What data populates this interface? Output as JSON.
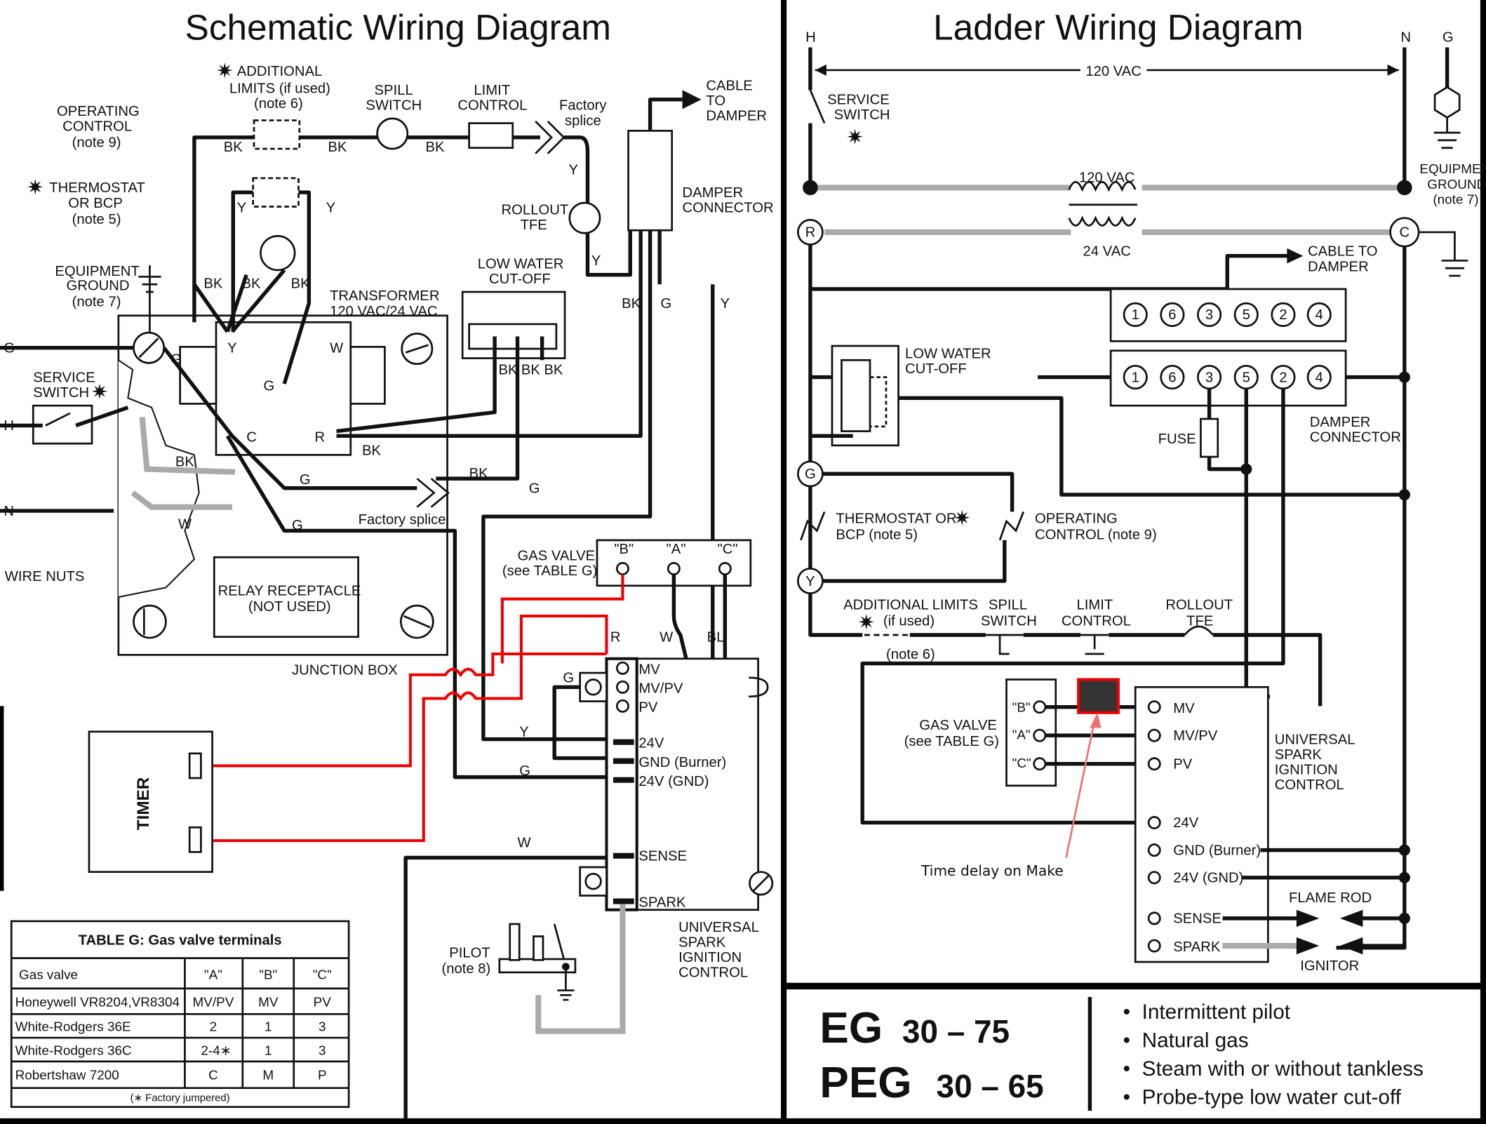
{
  "left": {
    "title": "Schematic Wiring Diagram",
    "additional_limits": [
      "ADDITIONAL",
      "LIMITS (if used)",
      "(note 6)"
    ],
    "operating_control": [
      "OPERATING",
      "CONTROL",
      "(note 9)"
    ],
    "spill_switch": [
      "SPILL",
      "SWITCH"
    ],
    "limit_control": [
      "LIMIT",
      "CONTROL"
    ],
    "factory_splice_top": [
      "Factory",
      "splice"
    ],
    "cable_to_damper": [
      "CABLE",
      "TO",
      "DAMPER"
    ],
    "thermostat": [
      "THERMOSTAT",
      "OR BCP",
      "(note 5)"
    ],
    "rollout": [
      "ROLLOUT",
      "TFE"
    ],
    "damper_connector": [
      "DAMPER",
      "CONNECTOR"
    ],
    "equipment_ground": [
      "EQUIPMENT",
      "GROUND",
      "(note 7)"
    ],
    "low_water": [
      "LOW WATER",
      "CUT-OFF"
    ],
    "transformer": [
      "TRANSFORMER",
      "120 VAC/24 VAC"
    ],
    "service_switch": [
      "SERVICE",
      "SWITCH"
    ],
    "factory_splice": "Factory splice",
    "gas_valve": [
      "GAS VALVE",
      "(see TABLE G)"
    ],
    "terminals": [
      "\"B\"",
      "\"A\"",
      "\"C\""
    ],
    "wire_nuts": "WIRE NUTS",
    "relay": [
      "RELAY RECEPTACLE",
      "(NOT USED)"
    ],
    "junction_box": "JUNCTION BOX",
    "control_terminals": [
      "MV",
      "MV/PV",
      "PV",
      "24V",
      "GND (Burner)",
      "24V (GND)",
      "SENSE",
      "SPARK"
    ],
    "control": [
      "UNIVERSAL",
      "SPARK",
      "IGNITION",
      "CONTROL"
    ],
    "pilot": [
      "PILOT",
      "(note 8)"
    ],
    "timer": "TIMER",
    "wire_codes": {
      "bk": "BK",
      "y": "Y",
      "g": "G",
      "w": "W",
      "r": "R",
      "bl": "BL",
      "c": "C",
      "h": "H",
      "n": "N"
    }
  },
  "table": {
    "title": "TABLE G: Gas valve terminals",
    "headers": [
      "Gas valve",
      "\"A\"",
      "\"B\"",
      "\"C\""
    ],
    "rows": [
      [
        "Honeywell VR8204,VR8304",
        "MV/PV",
        "MV",
        "PV"
      ],
      [
        "White-Rodgers 36E",
        "2",
        "1",
        "3"
      ],
      [
        "White-Rodgers 36C",
        "2-4∗",
        "1",
        "3"
      ],
      [
        "Robertshaw 7200",
        "C",
        "M",
        "P"
      ]
    ],
    "footnote": "(∗ Factory jumpered)"
  },
  "right": {
    "title": "Ladder Wiring Diagram",
    "h": "H",
    "n": "N",
    "g": "G",
    "vac120": "120 VAC",
    "service_switch": [
      "SERVICE",
      "SWITCH"
    ],
    "equipment_ground": [
      "EQUIPMENT",
      "GROUND",
      "(note 7)"
    ],
    "transformer": [
      "120 VAC",
      "24 VAC"
    ],
    "nodes": {
      "r": "R",
      "c": "C",
      "g": "G",
      "y": "Y"
    },
    "cable_to_damper": [
      "CABLE TO",
      "DAMPER"
    ],
    "connector_pins": [
      "1",
      "6",
      "3",
      "5",
      "2",
      "4"
    ],
    "low_water": [
      "LOW WATER",
      "CUT-OFF"
    ],
    "damper_connector": [
      "DAMPER",
      "CONNECTOR"
    ],
    "fuse": "FUSE",
    "thermostat": [
      "THERMOSTAT OR",
      "BCP (note 5)"
    ],
    "operating_control": [
      "OPERATING",
      "CONTROL (note 9)"
    ],
    "additional_limits": [
      "ADDITIONAL LIMITS",
      "(if used)",
      "(note 6)"
    ],
    "spill_switch": [
      "SPILL",
      "SWITCH"
    ],
    "limit_control": [
      "LIMIT",
      "CONTROL"
    ],
    "rollout": [
      "ROLLOUT",
      "TFE"
    ],
    "gas_valve": [
      "GAS VALVE",
      "(see TABLE G)"
    ],
    "valve_terminals": [
      "\"B\"",
      "\"A\"",
      "\"C\""
    ],
    "control_terminals": [
      "MV",
      "MV/PV",
      "PV",
      "24V",
      "GND (Burner)",
      "24V (GND)",
      "SENSE",
      "SPARK"
    ],
    "control": [
      "UNIVERSAL",
      "SPARK",
      "IGNITION",
      "CONTROL"
    ],
    "flame_rod": "FLAME ROD",
    "ignitor": "IGNITOR",
    "annotation": "Time delay on Make"
  },
  "footer": {
    "model1": "EG",
    "range1": "30 – 75",
    "model2": "PEG",
    "range2": "30 – 65",
    "features": [
      "Intermittent pilot",
      "Natural gas",
      "Steam with or without tankless",
      "Probe-type low water cut-off"
    ]
  },
  "colors": {
    "wire": "#111111",
    "ground_wire": "#aaaaaa",
    "added_wiring": "#e00000",
    "border": "#000000"
  }
}
